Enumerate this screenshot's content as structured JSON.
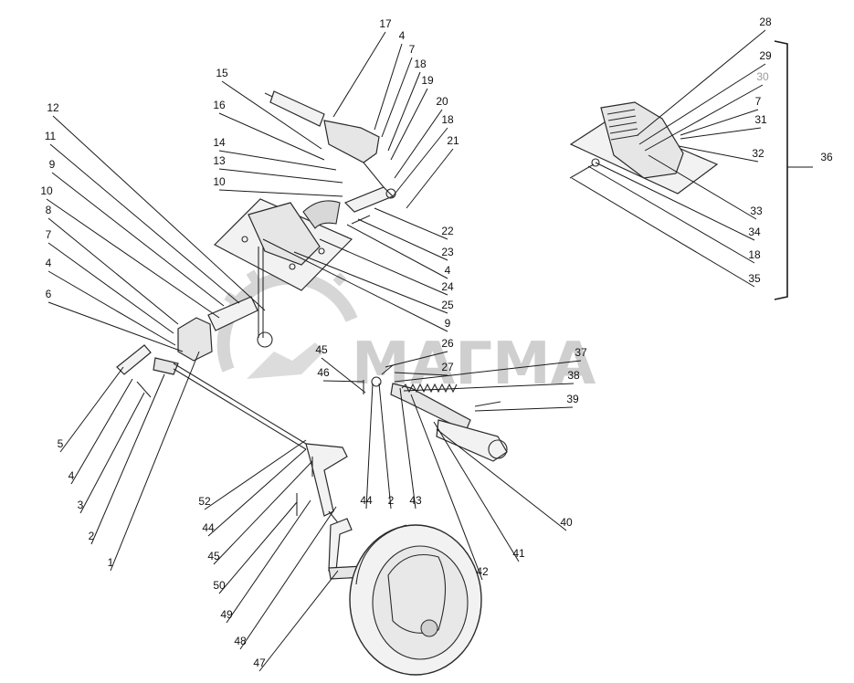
{
  "brand": {
    "watermark": "МАГМА"
  },
  "callouts": [
    "1",
    "2",
    "3",
    "4",
    "5",
    "6",
    "7",
    "8",
    "9",
    "10",
    "11",
    "12",
    "13",
    "14",
    "15",
    "16",
    "17",
    "18",
    "19",
    "20",
    "21",
    "22",
    "23",
    "24",
    "25",
    "26",
    "27",
    "28",
    "29",
    "30",
    "31",
    "32",
    "33",
    "34",
    "35",
    "36",
    "37",
    "38",
    "39",
    "40",
    "41",
    "42",
    "43",
    "44",
    "45",
    "46",
    "47",
    "48",
    "49",
    "50",
    "52"
  ],
  "colors": {
    "line": "#1a1a1a",
    "part_fill": "#f2f2f2",
    "watermark": "#cfcfcf",
    "dim_label": "#9a9a9a"
  }
}
